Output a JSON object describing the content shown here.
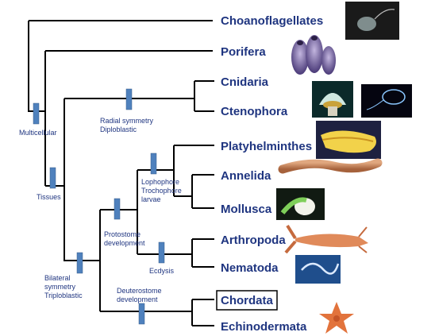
{
  "taxa": {
    "choanoflagellates": "Choanoflagellates",
    "porifera": "Porifera",
    "cnidaria": "Cnidaria",
    "ctenophora": "Ctenophora",
    "platyhelminthes": "Platyhelminthes",
    "annelida": "Annelida",
    "mollusca": "Mollusca",
    "arthropoda": "Arthropoda",
    "nematoda": "Nematoda",
    "chordata": "Chordata",
    "echinodermata": "Echinodermata"
  },
  "events": {
    "multicellular": "Multicellular",
    "tissues": "Tissues",
    "radial": [
      "Radial symmetry",
      "Diploblastic"
    ],
    "bilateral": [
      "Bilateral",
      "symmetry",
      "Triploblastic"
    ],
    "protostome": [
      "Protostome",
      "development"
    ],
    "lophophore": [
      "Lophophore",
      "Trochophore",
      "larvae"
    ],
    "ecdysis": "Ecdysis",
    "deuterostome": [
      "Deuterostome",
      "development"
    ]
  },
  "highlight": "chordata",
  "colors": {
    "label": "#1f3580",
    "marker": "#4f81bd",
    "branch": "#000000"
  },
  "photos": [
    "choanoflagellate-photo",
    "sponge-photo",
    "anemone-photo",
    "comb-jelly-photo",
    "flatworm-photo",
    "earthworm-photo",
    "snail-photo",
    "lobster-photo",
    "nematode-photo",
    "starfish-photo"
  ]
}
